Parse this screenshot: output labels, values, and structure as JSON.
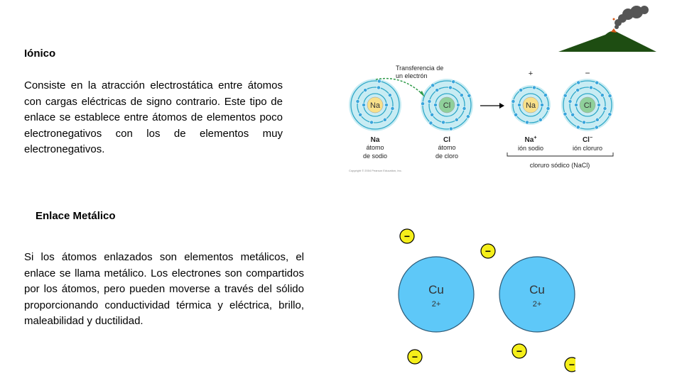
{
  "ionic": {
    "heading": "Iónico",
    "body": "Consiste en la atracción electrostática entre átomos con cargas eléctricas de signo contrario. Este tipo de enlace se establece entre átomos de elementos poco electronegativos con los de elementos muy electronegativos."
  },
  "metallic": {
    "heading": "Enlace Metálico",
    "body": "Si los átomos enlazados son elementos metálicos, el enlace se llama metálico. Los electrones son compartidos por los átomos, pero pueden moverse a través del sólido proporcionando conductividad térmica y eléctrica, brillo, maleabilidad y ductilidad."
  },
  "ionic_diagram": {
    "transfer_label_1": "Transferencia de",
    "transfer_label_2": "un electrón",
    "na_symbol": "Na",
    "cl_symbol": "Cl",
    "na_name": "Na",
    "na_desc_1": "átomo",
    "na_desc_2": "de sodio",
    "cl_name": "Cl",
    "cl_desc_1": "átomo",
    "cl_desc_2": "de cloro",
    "na_ion_name": "Na",
    "na_ion_charge": "+",
    "na_ion_desc": "ión sodio",
    "cl_ion_name": "Cl",
    "cl_ion_charge": "−",
    "cl_ion_desc": "ión cloruro",
    "plus_sign": "+",
    "minus_sign": "−",
    "compound_label": "cloruro sódico (NaCl)",
    "copyright": "Copyright © 2004 Pearson Education, Inc."
  },
  "metal_diagram": {
    "ion_symbol": "Cu",
    "ion_charge": "2+",
    "electron_sign": "−"
  },
  "colors": {
    "nucleus_na": "#f8e08a",
    "nucleus_cl": "#8fd09a",
    "shell": "#2fa8c8",
    "electron": "#39a6dc",
    "cu_ion": "#5ec8f8",
    "electron_yellow": "#f5ef1a",
    "volcano": "#1e4d12"
  }
}
